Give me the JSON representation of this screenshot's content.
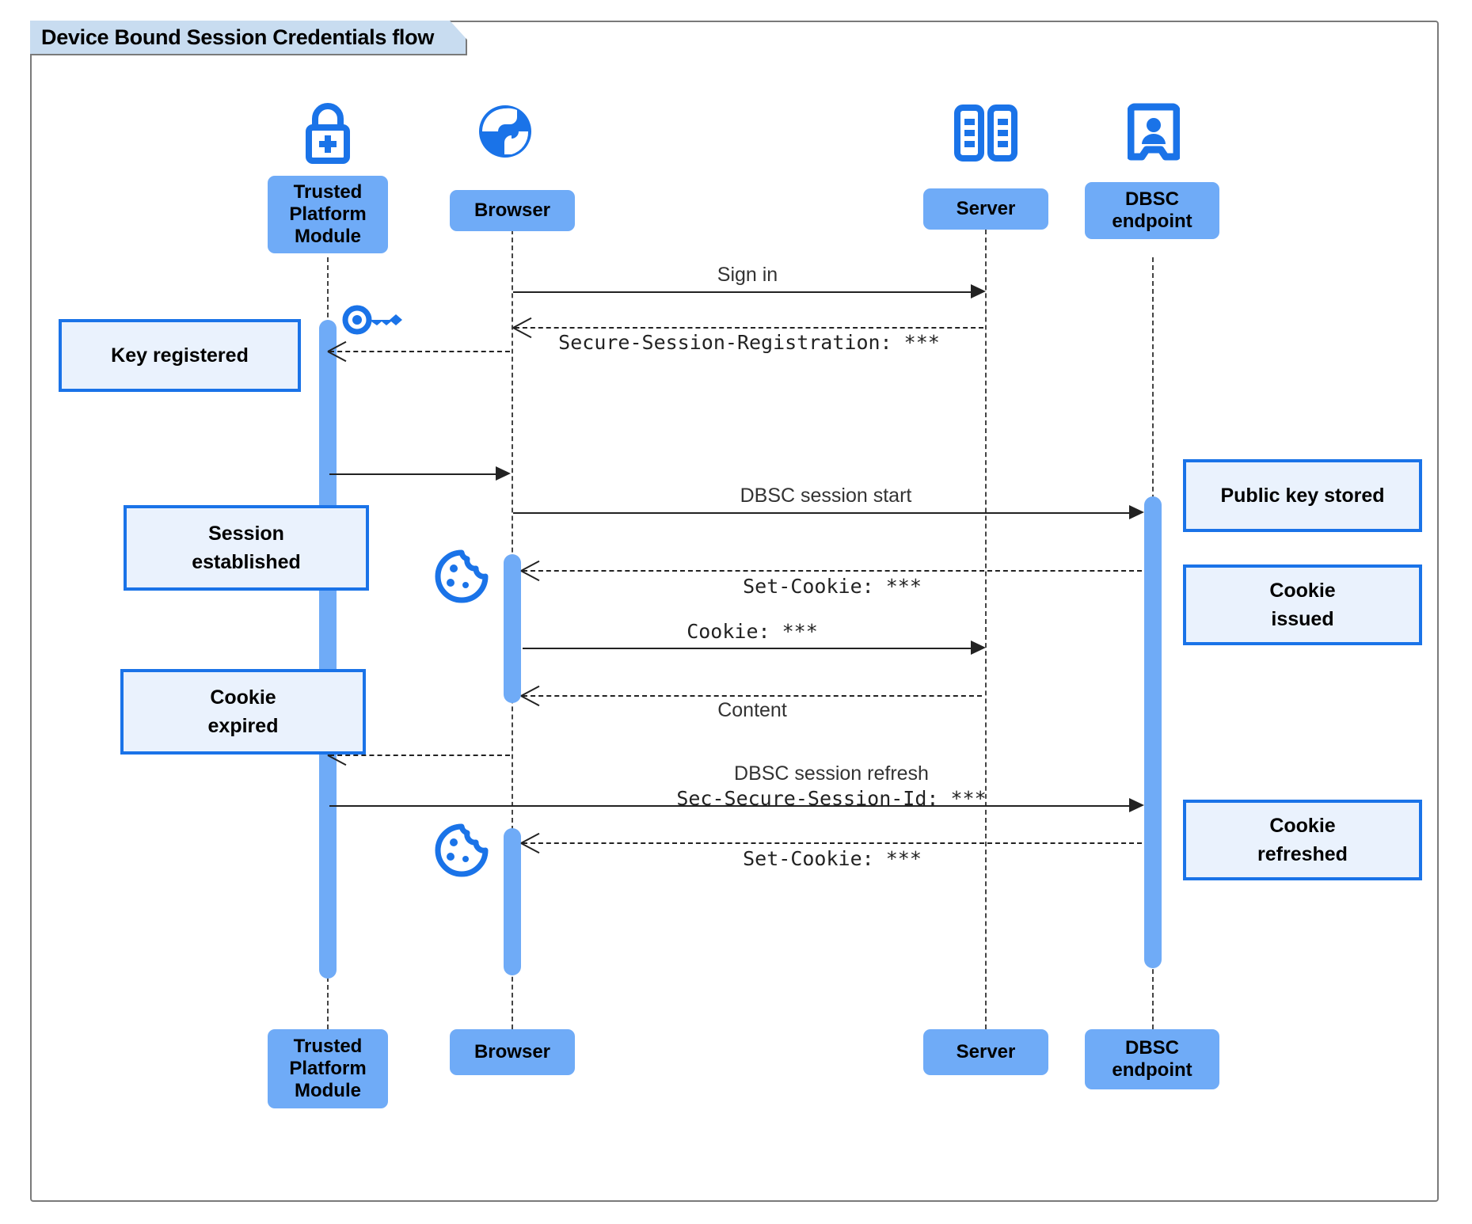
{
  "diagram": {
    "title": "Device Bound Session Credentials flow",
    "type": "uml-sequence-diagram",
    "colors": {
      "frame_border": "#7a7a7a",
      "title_fill": "#c8dcf0",
      "participant_fill": "#6fabf7",
      "activation_fill": "#6fabf7",
      "note_fill": "#eaf2fd",
      "note_border": "#1a73e8",
      "icon_blue": "#1a73e8",
      "message_line": "#222222"
    }
  },
  "participants": [
    {
      "id": "tpm",
      "label": "Trusted\nPlatform\nModule",
      "icon": "padlock-plus-icon"
    },
    {
      "id": "browser",
      "label": "Browser",
      "icon": "globe-icon"
    },
    {
      "id": "server",
      "label": "Server",
      "icon": "server-rack-icon"
    },
    {
      "id": "dbsc",
      "label": "DBSC\nendpoint",
      "icon": "id-badge-icon"
    }
  ],
  "footer_participants": [
    {
      "id": "tpm",
      "label": "Trusted\nPlatform\nModule"
    },
    {
      "id": "browser",
      "label": "Browser"
    },
    {
      "id": "server",
      "label": "Server"
    },
    {
      "id": "dbsc",
      "label": "DBSC\nendpoint"
    }
  ],
  "messages": [
    {
      "id": "m1",
      "from": "browser",
      "to": "server",
      "label": "Sign in",
      "style": "solid",
      "font": "sans"
    },
    {
      "id": "m2",
      "from": "server",
      "to": "browser",
      "label": "Secure-Session-Registration: ***",
      "style": "dashed",
      "font": "mono"
    },
    {
      "id": "m3",
      "from": "browser",
      "to": "tpm",
      "label": "",
      "style": "dashed",
      "font": "sans"
    },
    {
      "id": "m4",
      "from": "tpm",
      "to": "browser",
      "label": "",
      "style": "solid",
      "font": "sans"
    },
    {
      "id": "m5",
      "from": "browser",
      "to": "dbsc",
      "label": "DBSC session start",
      "style": "solid",
      "font": "sans"
    },
    {
      "id": "m6",
      "from": "dbsc",
      "to": "browser",
      "label": "Set-Cookie: ***",
      "style": "dashed",
      "font": "mono"
    },
    {
      "id": "m7",
      "from": "browser",
      "to": "server",
      "label": "Cookie: ***",
      "style": "solid",
      "font": "mono"
    },
    {
      "id": "m8",
      "from": "server",
      "to": "browser",
      "label": "Content",
      "style": "dashed",
      "font": "sans"
    },
    {
      "id": "m9",
      "from": "browser",
      "to": "tpm",
      "label": "",
      "style": "dashed",
      "font": "sans"
    },
    {
      "id": "m10",
      "from": "tpm",
      "to": "dbsc",
      "label": "DBSC session refresh",
      "label2": "Sec-Secure-Session-Id: ***",
      "style": "solid",
      "font": "sans"
    },
    {
      "id": "m11",
      "from": "dbsc",
      "to": "browser",
      "label": "Set-Cookie: ***",
      "style": "dashed",
      "font": "mono"
    }
  ],
  "notes": [
    {
      "id": "n1",
      "text": "Key registered",
      "side": "left-of-tpm"
    },
    {
      "id": "n2",
      "text": "Session\nestablished",
      "side": "left-of-tpm"
    },
    {
      "id": "n3",
      "text": "Cookie\nexpired",
      "side": "left-of-tpm"
    },
    {
      "id": "n4",
      "text": "Public key stored",
      "side": "right-of-dbsc"
    },
    {
      "id": "n5",
      "text": "Cookie\nissued",
      "side": "right-of-dbsc"
    },
    {
      "id": "n6",
      "text": "Cookie\nrefreshed",
      "side": "right-of-dbsc"
    }
  ],
  "inline_icons": [
    {
      "id": "i1",
      "name": "key-icon",
      "near": "tpm-lifeline"
    },
    {
      "id": "i2",
      "name": "cookie-icon",
      "near": "browser-lifeline-first"
    },
    {
      "id": "i3",
      "name": "cookie-icon",
      "near": "browser-lifeline-second"
    }
  ]
}
